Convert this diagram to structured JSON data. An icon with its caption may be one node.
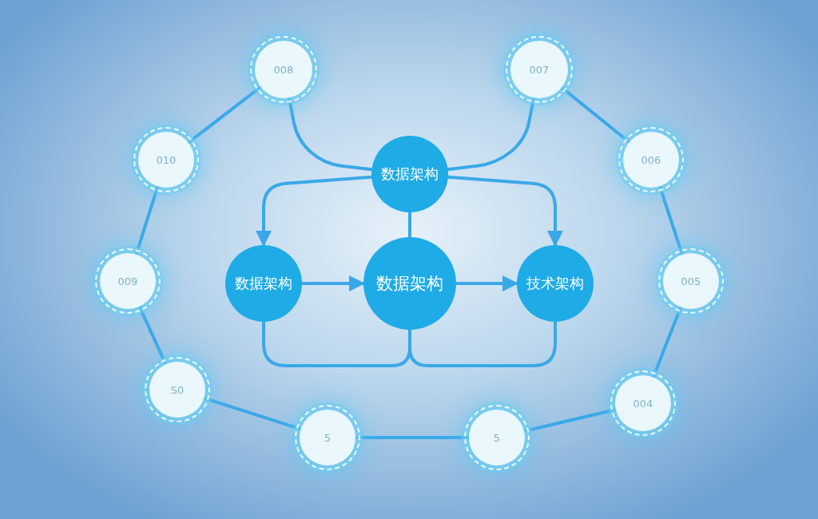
{
  "diagram": {
    "nodes": [
      {
        "text": [
          "008"
        ]
      },
      {
        "text": [
          "007"
        ]
      },
      {
        "text": [
          "010"
        ]
      },
      {
        "text": [
          "006"
        ]
      },
      {
        "text": [
          "数据架构"
        ]
      },
      {
        "text": [
          "009"
        ]
      },
      {
        "text": [
          "数据架构"
        ]
      },
      {
        "text": [
          "数据架构"
        ]
      },
      {
        "text": [
          "技术架构"
        ]
      },
      {
        "text": [
          "005"
        ]
      },
      {
        "text": [
          "S0"
        ]
      },
      {
        "text": [
          "004"
        ]
      },
      {
        "text": [
          "5"
        ]
      },
      {
        "text": [
          "5"
        ]
      }
    ],
    "edges": [
      {
        "from": 0,
        "to": 2,
        "arrow": "none"
      },
      {
        "from": 2,
        "to": 5,
        "arrow": "none"
      },
      {
        "from": 5,
        "to": 10,
        "arrow": "none"
      },
      {
        "from": 10,
        "to": 12,
        "arrow": "none"
      },
      {
        "from": 12,
        "to": 13,
        "arrow": "none"
      },
      {
        "from": 13,
        "to": 11,
        "arrow": "none"
      },
      {
        "from": 11,
        "to": 9,
        "arrow": "none"
      },
      {
        "from": 9,
        "to": 3,
        "arrow": "none"
      },
      {
        "from": 3,
        "to": 1,
        "arrow": "none"
      },
      {
        "from": 0,
        "to": 4,
        "arrow": "none"
      },
      {
        "from": 1,
        "to": 4,
        "arrow": "none"
      },
      {
        "from": 4,
        "to": 6,
        "arrow": "to"
      },
      {
        "from": 4,
        "to": 8,
        "arrow": "to"
      },
      {
        "from": 4,
        "to": 7,
        "arrow": "none"
      },
      {
        "from": 6,
        "to": 7,
        "arrow": "to"
      },
      {
        "from": 7,
        "to": 8,
        "arrow": "to"
      },
      {
        "from": 6,
        "to": 7,
        "arrow": "none"
      },
      {
        "from": 8,
        "to": 7,
        "arrow": "none"
      }
    ]
  }
}
